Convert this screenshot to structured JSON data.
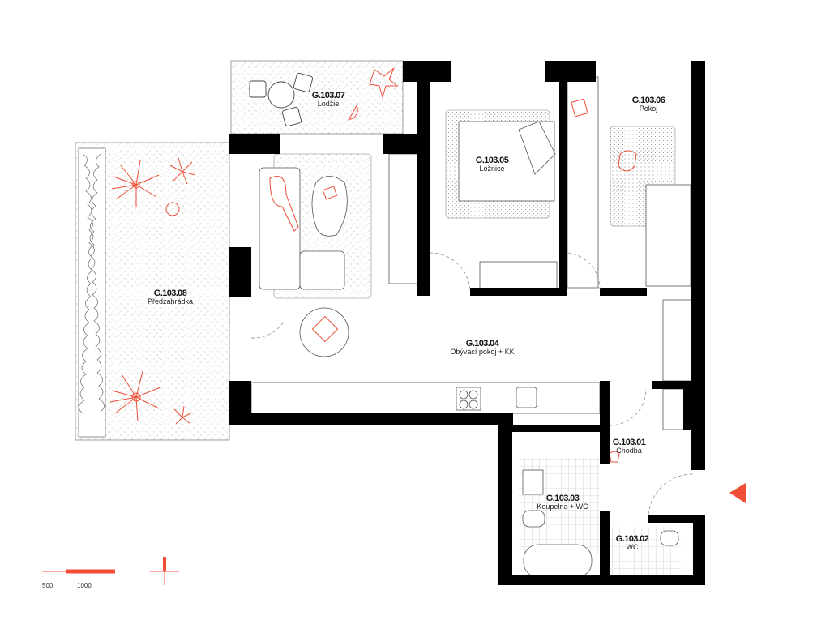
{
  "colors": {
    "accent": "#f04e37",
    "wall": "#000000",
    "line": "#555555"
  },
  "rooms": [
    {
      "code": "G.103.07",
      "name": "Lodžie"
    },
    {
      "code": "G.103.05",
      "name": "Ložnice"
    },
    {
      "code": "G.103.06",
      "name": "Pokoj"
    },
    {
      "code": "G.103.08",
      "name": "Předzahrádka"
    },
    {
      "code": "G.103.04",
      "name": "Obývací pokoj + KK"
    },
    {
      "code": "G.103.01",
      "name": "Chodba"
    },
    {
      "code": "G.103.03",
      "name": "Koupelna + WC"
    },
    {
      "code": "G.103.02",
      "name": "WC"
    }
  ],
  "scale_bar": {
    "labels": [
      "500",
      "1000"
    ]
  },
  "icons": {
    "entrance": "triangle-entrance-icon",
    "north": "north-cross-icon"
  }
}
